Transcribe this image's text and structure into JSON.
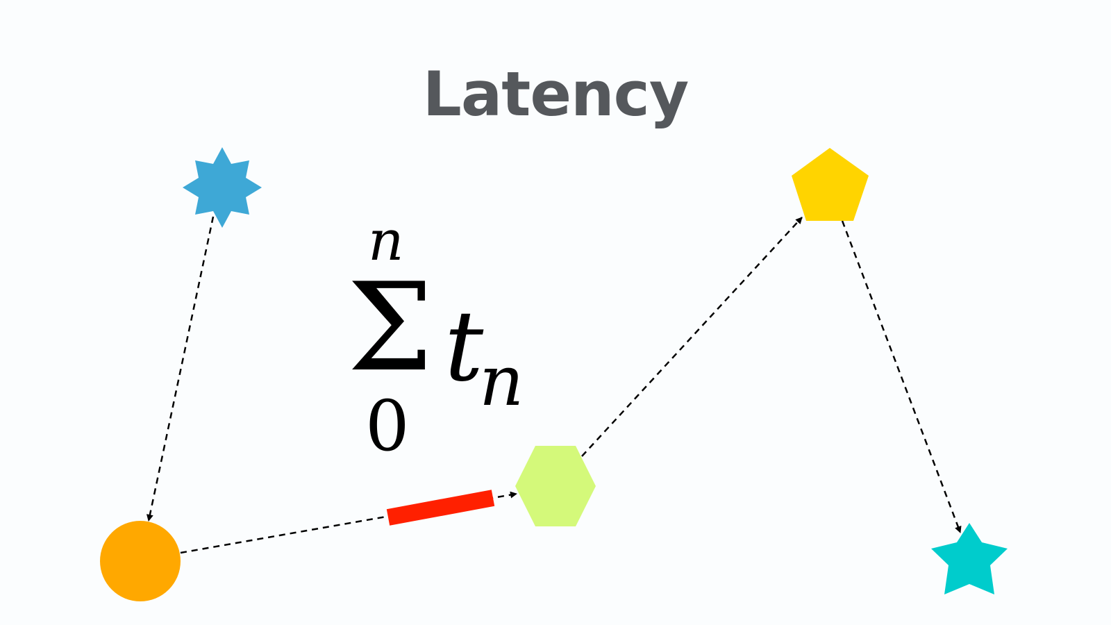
{
  "title": "Latency",
  "formula": {
    "operator": "Σ",
    "upper_limit": "n",
    "lower_limit": "0",
    "term": "t",
    "subscript": "n"
  },
  "colors": {
    "background": "#fbfdfe",
    "title": "#55585c",
    "star8": "#3ea8d6",
    "circle": "#ffa800",
    "hexagon": "#d4f97a",
    "pentagon": "#ffd400",
    "star5": "#00cccc",
    "highlight_bar": "#ff2000",
    "connector": "#000000"
  },
  "nodes": [
    {
      "id": "star8",
      "shape": "eight-point-star"
    },
    {
      "id": "circle",
      "shape": "circle"
    },
    {
      "id": "hexagon",
      "shape": "hexagon"
    },
    {
      "id": "pentagon",
      "shape": "pentagon"
    },
    {
      "id": "star5",
      "shape": "five-point-star"
    }
  ],
  "edges": [
    {
      "from": "star8",
      "to": "circle",
      "style": "dashed-arrow"
    },
    {
      "from": "circle",
      "to": "hexagon",
      "style": "dashed-arrow",
      "highlight": true
    },
    {
      "from": "hexagon",
      "to": "pentagon",
      "style": "dashed-arrow"
    },
    {
      "from": "pentagon",
      "to": "star5",
      "style": "dashed-arrow"
    }
  ]
}
